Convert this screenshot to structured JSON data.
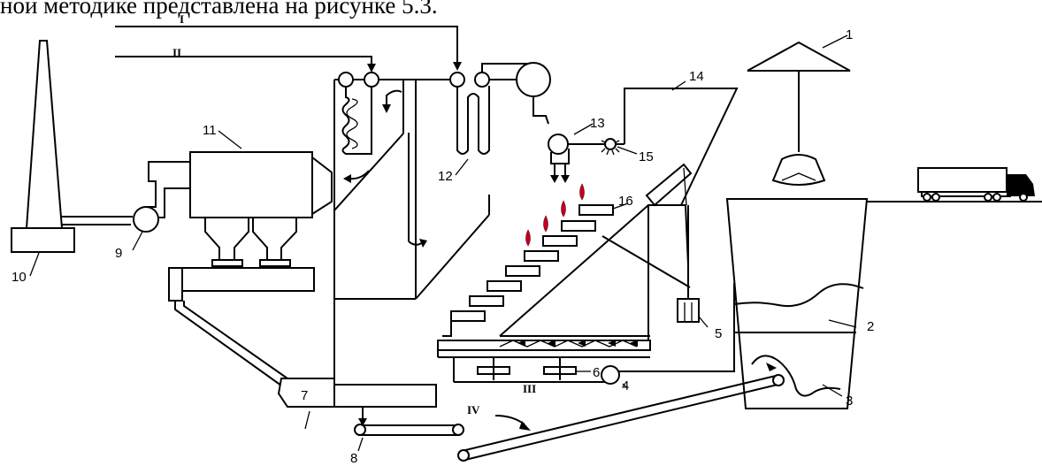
{
  "caption": "ной методике представлена на рисунке 5.3.",
  "labels": {
    "n1": "1",
    "n2": "2",
    "n3": "3",
    "n4": "4",
    "n5": "5",
    "n6": "6",
    "n7": "7",
    "n8": "8",
    "n9": "9",
    "n10": "10",
    "n11": "11",
    "n12": "12",
    "n13": "13",
    "n14": "14",
    "n15": "15",
    "n16": "16"
  },
  "streams": {
    "s1": "I",
    "s2": "II",
    "s3": "III",
    "s4": "IV"
  },
  "colors": {
    "line": "#000000",
    "flame": "#c00020",
    "background": "#ffffff"
  }
}
